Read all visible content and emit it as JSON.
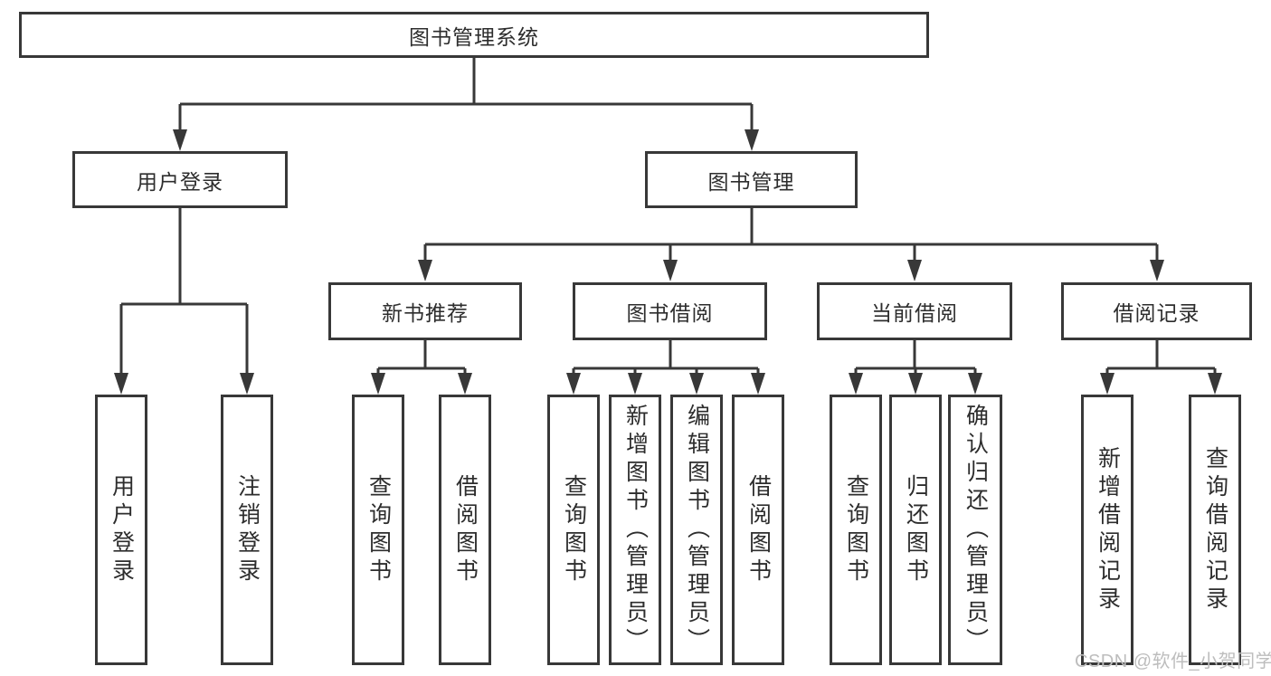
{
  "chart": {
    "root": {
      "label": "图书管理系统"
    },
    "branches": [
      {
        "label": "用户登录",
        "leaves": [
          "用户登录",
          "注销登录"
        ]
      },
      {
        "label": "图书管理",
        "groups": [
          {
            "label": "新书推荐",
            "leaves": [
              "查询图书",
              "借阅图书"
            ]
          },
          {
            "label": "图书借阅",
            "leaves": [
              "查询图书",
              "新增图书（管理员）",
              "编辑图书（管理员）",
              "借阅图书"
            ]
          },
          {
            "label": "当前借阅",
            "leaves": [
              "查询图书",
              "归还图书",
              "确认归还（管理员）"
            ]
          },
          {
            "label": "借阅记录",
            "leaves": [
              "新增借阅记录",
              "查询借阅记录"
            ]
          }
        ]
      }
    ],
    "watermark": "CSDN @软件_小贺同学",
    "colors": {
      "line": "#383838",
      "text": "#2d2d2d",
      "watermark": "#bdbdbd",
      "background": "#ffffff"
    }
  }
}
